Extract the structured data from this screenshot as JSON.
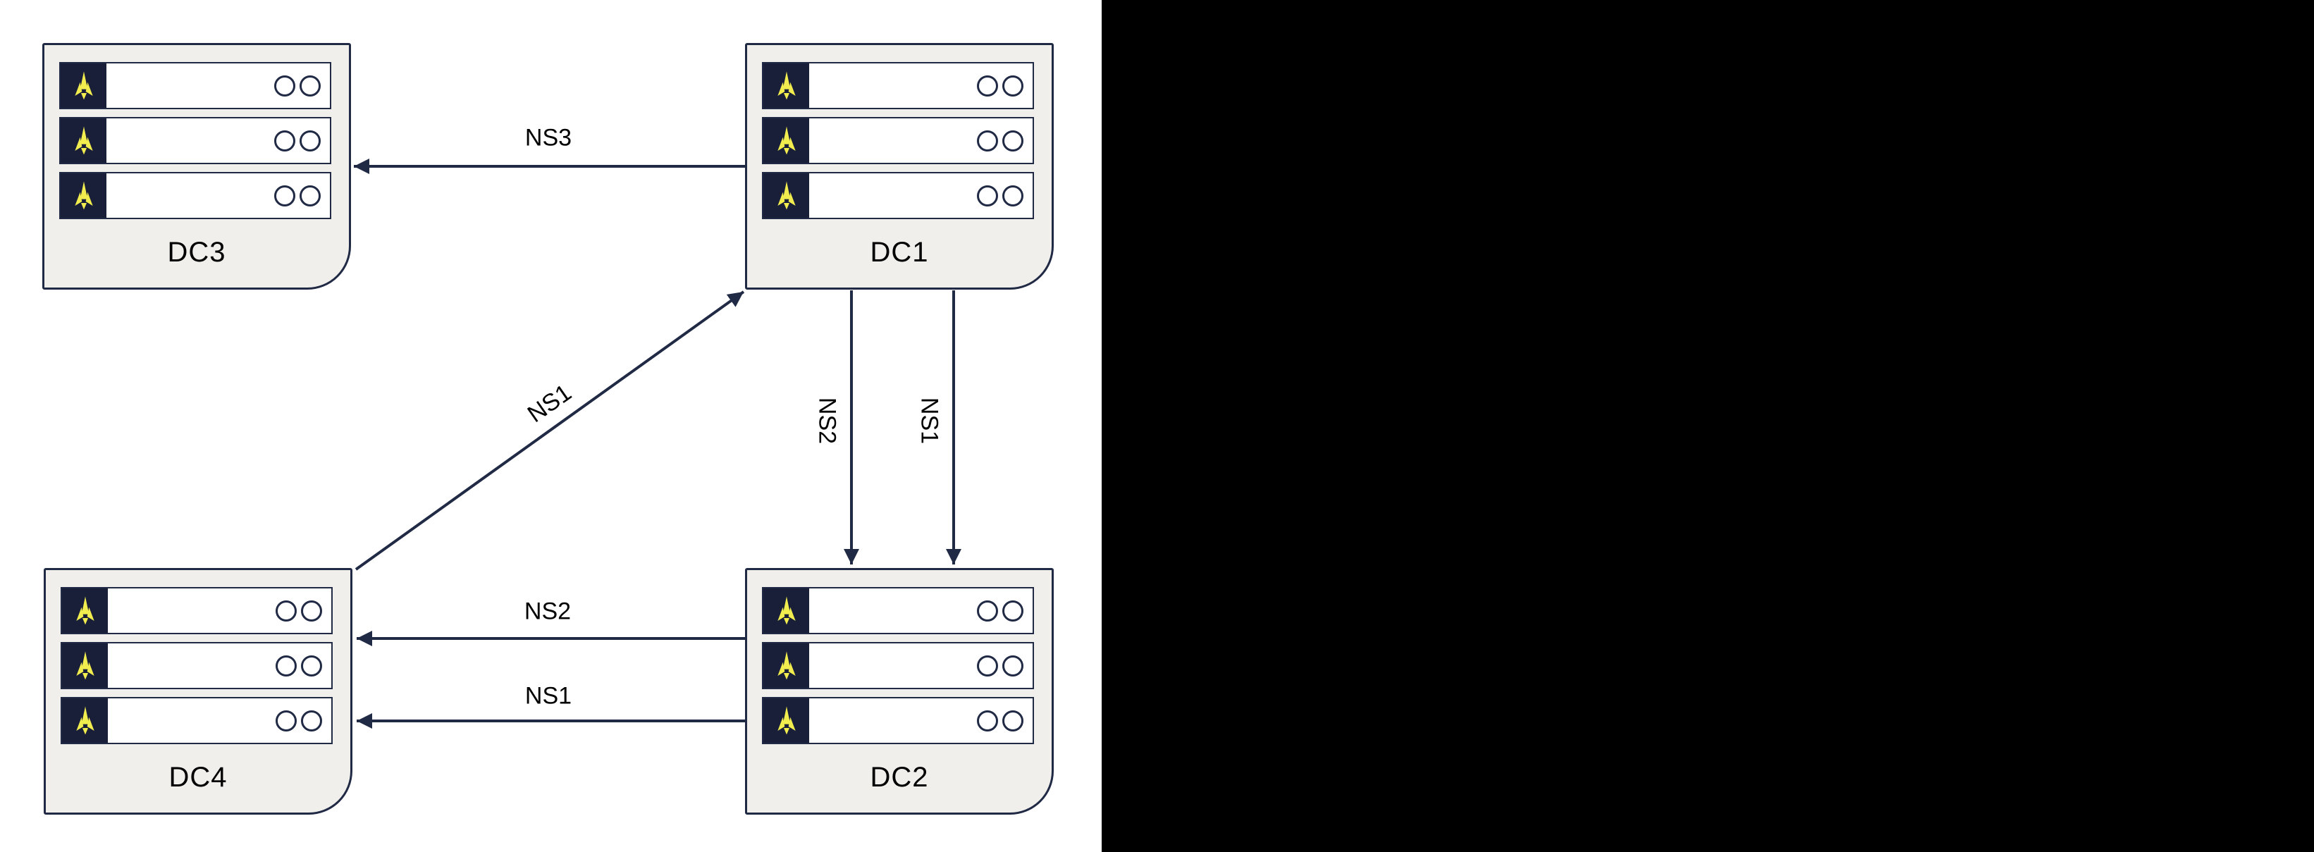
{
  "diagram": {
    "nodes": [
      {
        "id": "dc3",
        "label": "DC3",
        "server_count": 3
      },
      {
        "id": "dc1",
        "label": "DC1",
        "server_count": 3
      },
      {
        "id": "dc4",
        "label": "DC4",
        "server_count": 3
      },
      {
        "id": "dc2",
        "label": "DC2",
        "server_count": 3
      }
    ],
    "edges": [
      {
        "from": "DC1",
        "to": "DC3",
        "label": "NS3",
        "orientation": "horizontal-top"
      },
      {
        "from": "DC4",
        "to": "DC1",
        "label": "NS1",
        "orientation": "diagonal"
      },
      {
        "from": "DC1",
        "to": "DC2",
        "label": "NS2",
        "orientation": "vertical-left"
      },
      {
        "from": "DC1",
        "to": "DC2",
        "label": "NS1",
        "orientation": "vertical-right"
      },
      {
        "from": "DC2",
        "to": "DC4",
        "label": "NS2",
        "orientation": "horizontal-upper"
      },
      {
        "from": "DC2",
        "to": "DC4",
        "label": "NS1",
        "orientation": "horizontal-lower"
      }
    ],
    "icons": {
      "server_badge": "rocket-icon",
      "indicator": "led-circles"
    },
    "colors": {
      "background": "#ffffff",
      "side_panel": "#000000",
      "node_fill": "#f0efeb",
      "stroke": "#212a45",
      "server_tile": "#191f38",
      "rocket_yellow": "#f2ed4e",
      "label_text": "#000000"
    }
  }
}
